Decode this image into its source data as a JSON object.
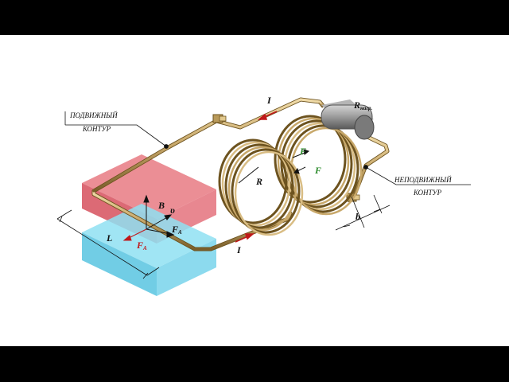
{
  "labels": {
    "moving_contour_line1": "ПОДВИЖНЫЙ",
    "moving_contour_line2": "КОНТУР",
    "fixed_contour_line1": "НЕПОДВИЖНЫЙ",
    "fixed_contour_line2": "КОНТУР"
  },
  "symbols": {
    "current_top": "I",
    "current_bottom": "I",
    "load_resistance": "R",
    "load_resistance_sub": "нагр.",
    "coil_radius": "R",
    "force_1": "F",
    "force_2": "F",
    "gap": "b",
    "field": "B",
    "velocity": "υ",
    "ampere_force": "F",
    "ampere_force_sub": "А",
    "ampere_force_red": "F",
    "ampere_force_red_sub": "A",
    "length": "L"
  },
  "colors": {
    "letterbox": "#000000",
    "background": "#ffffff",
    "magnet_north": "#e06670",
    "magnet_south": "#6fd0e6",
    "copper": "#c8a86a",
    "resistor": "#8c8c8c",
    "arrow_red": "#c0181a",
    "force_green": "#2a8a2a"
  }
}
